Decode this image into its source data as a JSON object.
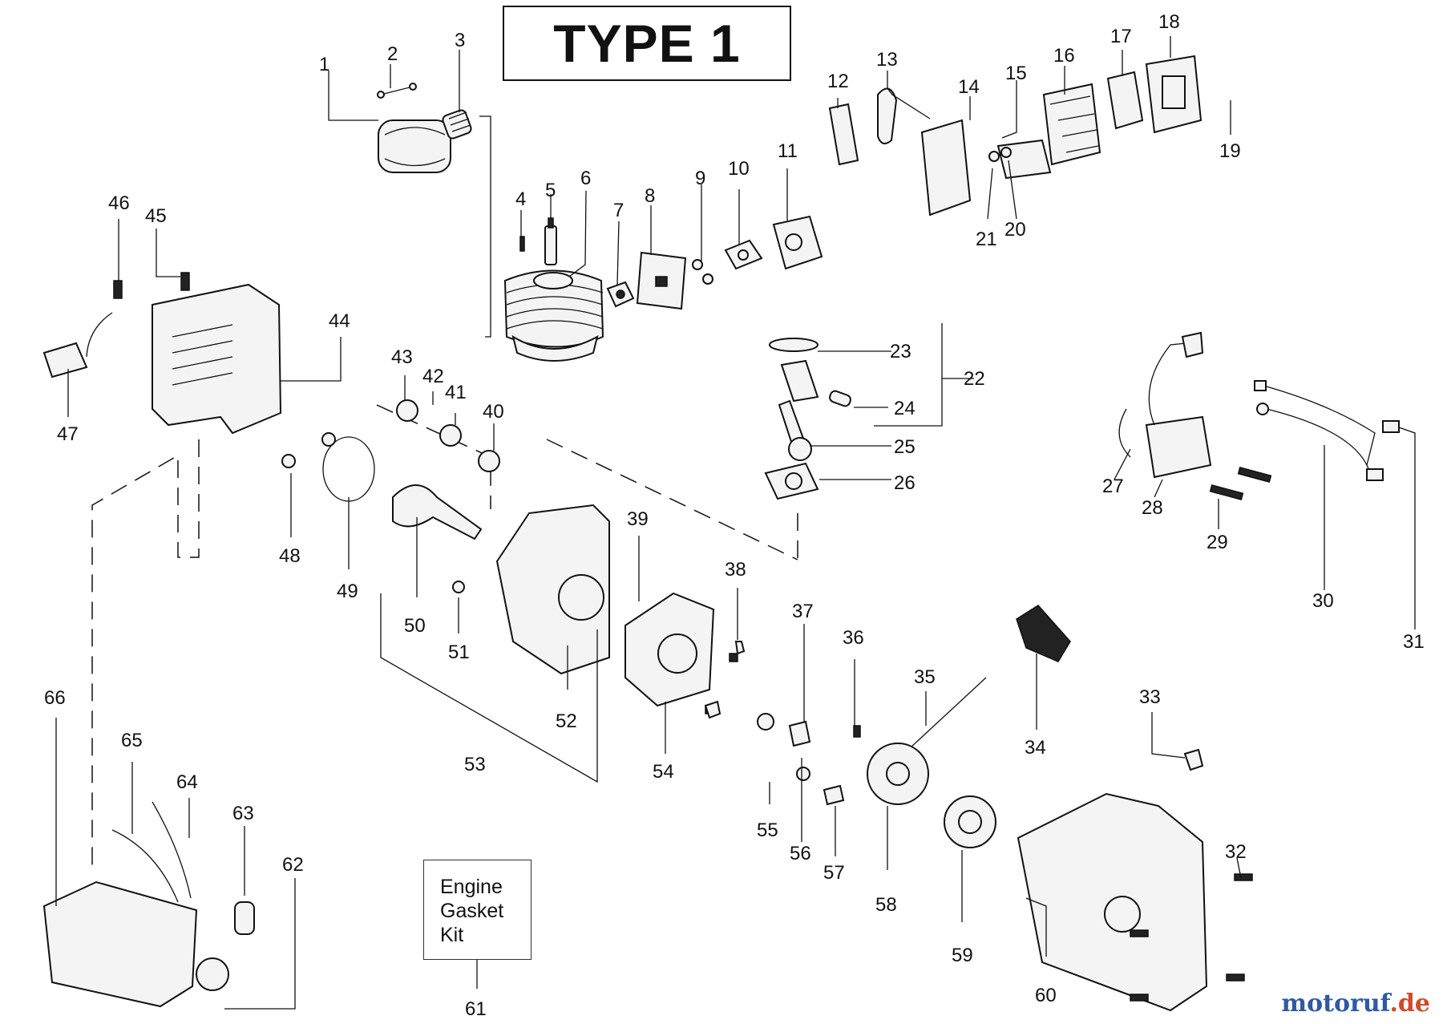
{
  "title": "TYPE 1",
  "kit_lines": [
    "Engine",
    "Gasket",
    "Kit"
  ],
  "watermark": {
    "main": "motoruf",
    "suffix": ".de"
  },
  "callouts": [
    {
      "n": "1"
    },
    {
      "n": "2"
    },
    {
      "n": "3"
    },
    {
      "n": "4"
    },
    {
      "n": "5"
    },
    {
      "n": "6"
    },
    {
      "n": "7"
    },
    {
      "n": "8"
    },
    {
      "n": "9"
    },
    {
      "n": "10"
    },
    {
      "n": "11"
    },
    {
      "n": "12"
    },
    {
      "n": "13"
    },
    {
      "n": "14"
    },
    {
      "n": "15"
    },
    {
      "n": "16"
    },
    {
      "n": "17"
    },
    {
      "n": "18"
    },
    {
      "n": "19"
    },
    {
      "n": "20"
    },
    {
      "n": "21"
    },
    {
      "n": "22"
    },
    {
      "n": "23"
    },
    {
      "n": "24"
    },
    {
      "n": "25"
    },
    {
      "n": "26"
    },
    {
      "n": "27"
    },
    {
      "n": "28"
    },
    {
      "n": "29"
    },
    {
      "n": "30"
    },
    {
      "n": "31"
    },
    {
      "n": "32"
    },
    {
      "n": "33"
    },
    {
      "n": "34"
    },
    {
      "n": "35"
    },
    {
      "n": "36"
    },
    {
      "n": "37"
    },
    {
      "n": "38"
    },
    {
      "n": "39"
    },
    {
      "n": "40"
    },
    {
      "n": "41"
    },
    {
      "n": "42"
    },
    {
      "n": "43"
    },
    {
      "n": "44"
    },
    {
      "n": "45"
    },
    {
      "n": "46"
    },
    {
      "n": "47"
    },
    {
      "n": "48"
    },
    {
      "n": "49"
    },
    {
      "n": "50"
    },
    {
      "n": "51"
    },
    {
      "n": "52"
    },
    {
      "n": "53"
    },
    {
      "n": "54"
    },
    {
      "n": "55"
    },
    {
      "n": "56"
    },
    {
      "n": "57"
    },
    {
      "n": "58"
    },
    {
      "n": "59"
    },
    {
      "n": "60"
    },
    {
      "n": "61"
    },
    {
      "n": "62"
    },
    {
      "n": "63"
    },
    {
      "n": "64"
    },
    {
      "n": "65"
    },
    {
      "n": "66"
    }
  ]
}
